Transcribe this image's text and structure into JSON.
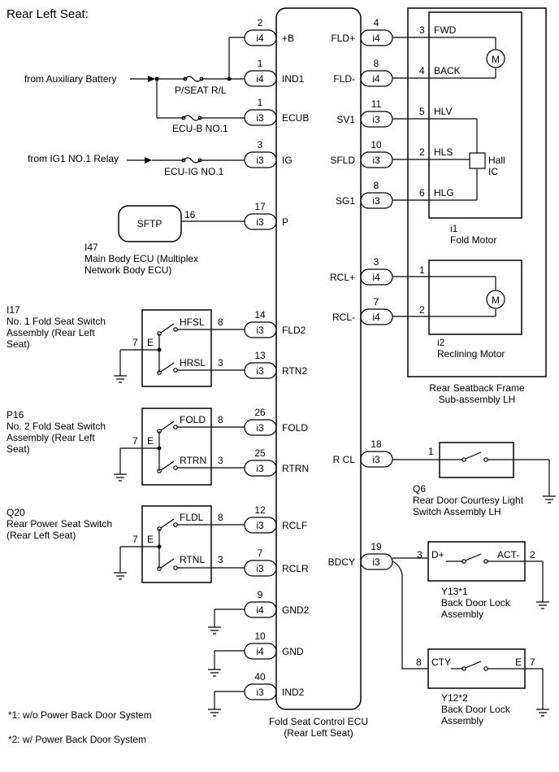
{
  "title": "Rear Left Seat:",
  "ecu": {
    "name_line1": "Fold Seat Control ECU",
    "name_line2": "(Rear Left Seat)",
    "left_pins": [
      {
        "num": "2",
        "conn": "i4",
        "label": "+B"
      },
      {
        "num": "1",
        "conn": "i4",
        "label": "IND1"
      },
      {
        "num": "1",
        "conn": "i3",
        "label": "ECUB"
      },
      {
        "num": "3",
        "conn": "i3",
        "label": "IG"
      },
      {
        "num": "17",
        "conn": "i3",
        "label": "P"
      },
      {
        "num": "14",
        "conn": "i3",
        "label": "FLD2"
      },
      {
        "num": "13",
        "conn": "i3",
        "label": "RTN2"
      },
      {
        "num": "26",
        "conn": "i3",
        "label": "FOLD"
      },
      {
        "num": "25",
        "conn": "i3",
        "label": "RTRN"
      },
      {
        "num": "12",
        "conn": "i3",
        "label": "RCLF"
      },
      {
        "num": "7",
        "conn": "i3",
        "label": "RCLR"
      },
      {
        "num": "9",
        "conn": "i4",
        "label": "GND2"
      },
      {
        "num": "10",
        "conn": "i4",
        "label": "GND"
      },
      {
        "num": "40",
        "conn": "i3",
        "label": "IND2"
      }
    ],
    "right_pins": [
      {
        "num": "4",
        "conn": "i4",
        "label": "FLD+"
      },
      {
        "num": "8",
        "conn": "i4",
        "label": "FLD-"
      },
      {
        "num": "11",
        "conn": "i3",
        "label": "SV1"
      },
      {
        "num": "10",
        "conn": "i3",
        "label": "SFLD"
      },
      {
        "num": "8",
        "conn": "i3",
        "label": "SG1"
      },
      {
        "num": "3",
        "conn": "i4",
        "label": "RCL+"
      },
      {
        "num": "7",
        "conn": "i4",
        "label": "RCL-"
      },
      {
        "num": "18",
        "conn": "i3",
        "label": "R CL"
      },
      {
        "num": "19",
        "conn": "i3",
        "label": "BDCY"
      }
    ]
  },
  "power": {
    "aux_battery": "from Auxiliary Battery",
    "ig1_relay": "from IG1 NO.1 Relay",
    "fuse_pseat": "P/SEAT R/L",
    "fuse_ecub": "ECU-B NO.1",
    "fuse_ecuig": "ECU-IG NO.1"
  },
  "main_body_ecu": {
    "terminal": "SFTP",
    "pin": "16",
    "code": "I47",
    "name_line1": "Main Body ECU (Multiplex",
    "name_line2": "Network Body ECU)"
  },
  "switches": [
    {
      "code": "I17",
      "lines": [
        "No. 1 Fold Seat Switch",
        "Assembly (Rear Left",
        "Seat)"
      ],
      "ground_pin": "7",
      "e_label": "E",
      "contacts": [
        {
          "label": "HFSL",
          "pin": "8"
        },
        {
          "label": "HRSL",
          "pin": "3"
        }
      ]
    },
    {
      "code": "P16",
      "lines": [
        "No. 2 Fold Seat Switch",
        "Assembly (Rear Left",
        "Seat)"
      ],
      "ground_pin": "7",
      "e_label": "E",
      "contacts": [
        {
          "label": "FOLD",
          "pin": "8"
        },
        {
          "label": "RTRN",
          "pin": "3"
        }
      ]
    },
    {
      "code": "Q20",
      "lines": [
        "Rear Power Seat Switch",
        "(Rear Left Seat)"
      ],
      "ground_pin": "7",
      "e_label": "E",
      "contacts": [
        {
          "label": "FLDL",
          "pin": "8"
        },
        {
          "label": "RTNL",
          "pin": "3"
        }
      ]
    }
  ],
  "seatback_frame": {
    "name_line1": "Rear Seatback Frame",
    "name_line2": "Sub-assembly LH",
    "fold_motor": {
      "code": "i1",
      "name": "Fold Motor",
      "hall_line1": "Hall",
      "hall_line2": "IC",
      "motor_symbol": "M",
      "pins": [
        {
          "num": "3",
          "label": "FWD"
        },
        {
          "num": "4",
          "label": "BACK"
        },
        {
          "num": "5",
          "label": "HLV"
        },
        {
          "num": "2",
          "label": "HLS"
        },
        {
          "num": "6",
          "label": "HLG"
        }
      ]
    },
    "reclining_motor": {
      "code": "i2",
      "name": "Reclining Motor",
      "motor_symbol": "M",
      "pins": [
        "1",
        "2"
      ]
    }
  },
  "courtesy_switch": {
    "code": "Q6",
    "name_line1": "Rear Door Courtesy Light",
    "name_line2": "Switch Assembly LH",
    "pin": "1"
  },
  "back_door_lock_1": {
    "code": "Y13*1",
    "name_line1": "Back Door Lock",
    "name_line2": "Assembly",
    "left_pin": "3",
    "left_label": "D+",
    "right_label": "ACT-",
    "right_pin": "2"
  },
  "back_door_lock_2": {
    "code": "Y12*2",
    "name_line1": "Back Door Lock",
    "name_line2": "Assembly",
    "left_pin": "8",
    "left_label": "CTY",
    "right_label": "E",
    "right_pin": "7"
  },
  "footnotes": [
    "*1: w/o Power Back Door System",
    "*2: w/ Power Back Door System"
  ]
}
